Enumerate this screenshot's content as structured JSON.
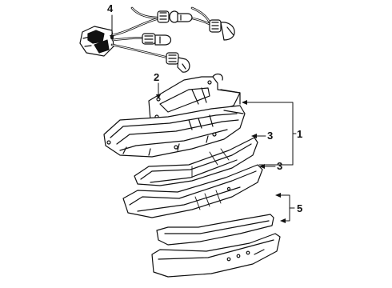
{
  "callouts": {
    "part_1": "1",
    "part_2": "2",
    "part_3_upper": "3",
    "part_3_lower": "3",
    "part_4": "4",
    "part_5": "5"
  },
  "colors": {
    "ink": "#111111",
    "background": "#ffffff"
  }
}
